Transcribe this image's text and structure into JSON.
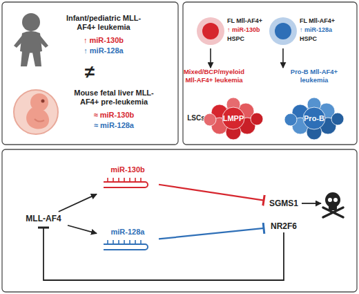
{
  "diagram": {
    "nodes": [
      {
        "text": [
          "FL Mll-AF4+",
          "↑ miR-130b",
          "HSPC"
        ]
      },
      {
        "text": [
          "FL Mll-AF4+",
          "↑ miR-128a",
          "HSPC"
        ]
      },
      {
        "text": [
          "Mixed/BCP/myeloid Mll-AF4+ leukemia",
          "LMPP"
        ]
      },
      {
        "text": [
          "Pro-B Mll-AF4+ leukemia",
          "Pro-B"
        ]
      },
      {
        "text": [
          "MLL-AF4"
        ]
      },
      {
        "text": [
          "miR-130b"
        ]
      },
      {
        "text": [
          "miR-128a"
        ]
      },
      {
        "text": [
          "SGMS1"
        ]
      },
      {
        "text": [
          "NR2F6"
        ]
      }
    ],
    "edges": [
      {
        "from": 0,
        "to": 2,
        "arrow": "to"
      },
      {
        "from": 1,
        "to": 3,
        "arrow": "to"
      },
      {
        "from": 4,
        "to": 5,
        "arrow": "to"
      },
      {
        "from": 4,
        "to": 6,
        "arrow": "to"
      },
      {
        "from": 5,
        "to": 7,
        "arrow": "to"
      },
      {
        "from": 6,
        "to": 8,
        "arrow": "to"
      },
      {
        "from": 8,
        "to": 4,
        "arrow": "to"
      }
    ],
    "labels": [
      "Infant/pediatric MLL-AF4+ leukemia",
      "↑ miR-130b",
      "↑ miR-128a",
      "≠",
      "Mouse fetal liver MLL-AF4+ pre-leukemia",
      "≈ miR-130b",
      "≈ miR-128a",
      "LSCs"
    ]
  }
}
